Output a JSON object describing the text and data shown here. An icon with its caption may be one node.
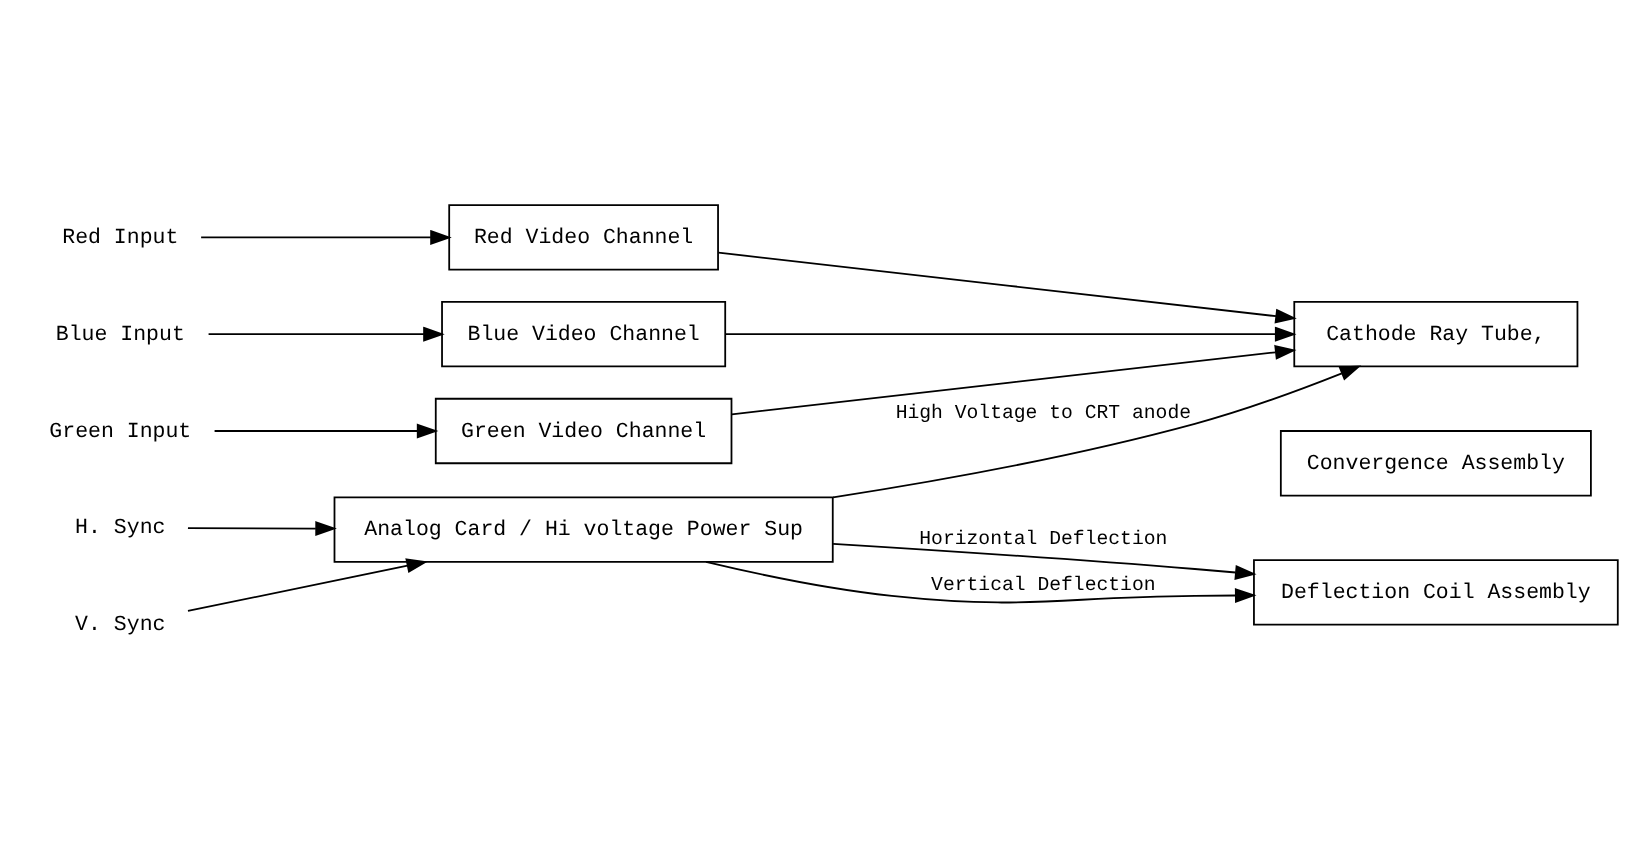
{
  "diagram": {
    "nodes": [
      {
        "text": [
          "Red Input"
        ]
      },
      {
        "text": [
          "Red Video Channel"
        ]
      },
      {
        "text": [
          "Blue Input"
        ]
      },
      {
        "text": [
          "Blue Video Channel"
        ]
      },
      {
        "text": [
          "Green Input"
        ]
      },
      {
        "text": [
          "Green Video Channel"
        ]
      },
      {
        "text": [
          "H. Sync"
        ]
      },
      {
        "text": [
          "V. Sync"
        ]
      },
      {
        "text": [
          "Analog Card / Hi voltage Power Sup"
        ]
      },
      {
        "text": [
          "Cathode Ray Tube,"
        ]
      },
      {
        "text": [
          "Convergence Assembly"
        ]
      },
      {
        "text": [
          "Deflection Coil Assembly"
        ]
      }
    ],
    "edges": [
      {
        "from": 0,
        "to": 1,
        "arrow": "to"
      },
      {
        "from": 2,
        "to": 3,
        "arrow": "to"
      },
      {
        "from": 4,
        "to": 5,
        "arrow": "to"
      },
      {
        "from": 6,
        "to": 8,
        "arrow": "to"
      },
      {
        "from": 7,
        "to": 8,
        "arrow": "to"
      },
      {
        "from": 1,
        "to": 9,
        "arrow": "to"
      },
      {
        "from": 3,
        "to": 9,
        "arrow": "to"
      },
      {
        "from": 5,
        "to": 9,
        "arrow": "to"
      },
      {
        "from": 8,
        "to": 9,
        "arrow": "to",
        "label": "High Voltage to CRT anode"
      },
      {
        "from": 8,
        "to": 11,
        "arrow": "to",
        "label": "Horizontal Deflection"
      },
      {
        "from": 8,
        "to": 11,
        "arrow": "to",
        "label": "Vertical Deflection"
      }
    ]
  }
}
